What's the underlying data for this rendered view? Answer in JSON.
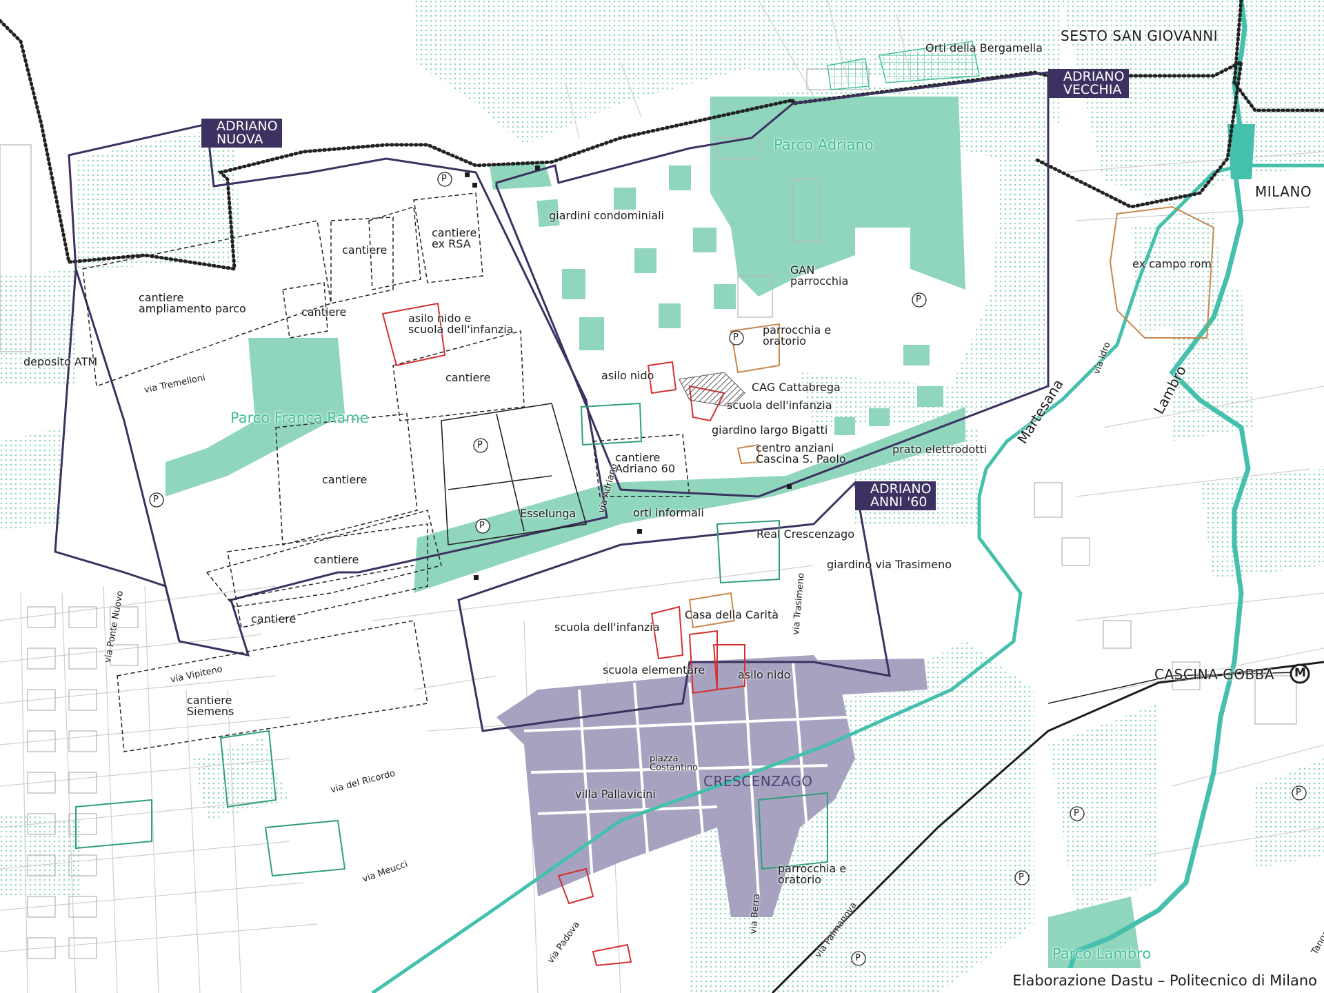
{
  "colors": {
    "green_fill": "#8fd6bd",
    "green_dots": "#b9e5d4",
    "river": "#45c0ad",
    "purple_boundary": "#3c3160",
    "purple_fill": "#a8a2c1",
    "badge_bg": "#3c3160",
    "school_red": "#d62f2f",
    "sport_green": "#2f9e7d",
    "church_orange": "#c8874a",
    "street_lines": "#c9c9c9"
  },
  "badges": {
    "adriano_nuova": "ADRIANO\nNUOVA",
    "adriano_vecchia": "ADRIANO\nVECCHIA",
    "adriano_anni60": "ADRIANO\nANNI '60"
  },
  "places": {
    "sesto": "SESTO SAN GIOVANNI",
    "milano": "MILANO",
    "cascina_gobba": "CASCINA GOBBA",
    "metro_symbol": "M",
    "crescenzago": "CRESCENZAGO"
  },
  "parks": {
    "parco_adriano": "Parco Adriano",
    "parco_franca_rame": "Parco Franca Rame",
    "parco_lambro": "Parco Lambro"
  },
  "labels": {
    "orti_bergamella": "Orti della Bergamella",
    "giardini_condominiali": "giardini condominiali",
    "gan_parrocchia": "GAN\nparrocchia",
    "parrocchia_oratorio_n": "parrocchia e\noratorio",
    "asilo_nido_n": "asilo nido",
    "cag": "CAG Cattabrega",
    "scuola_infanzia_n": "scuola dell'infanzia",
    "giardino_bigatti": "giardino largo Bigatti",
    "centro_anziani": "centro anziani\nCascina S. Paolo",
    "prato_elettrodotti": "prato elettrodotti",
    "cantiere_ex_rsa": "cantiere\nex RSA",
    "cantiere_1": "cantiere",
    "cantiere_ampliamento": "cantiere\nampliamento parco",
    "cantiere_2": "cantiere",
    "asilo_scuola": "asilo nido e\nscuola dell'infanzia",
    "cantiere_3": "cantiere",
    "cantiere_adriano60": "cantiere\nAdriano 60",
    "cantiere_4": "cantiere",
    "esselunga": "Esselunga",
    "orti_informali": "orti informali",
    "cantiere_5": "cantiere",
    "cantiere_6": "cantiere",
    "real_crescenzago": "Real Crescenzago",
    "giardino_trasimeno": "giardino via Trasimeno",
    "casa_carita": "Casa della Carità",
    "scuola_infanzia_s": "scuola dell'infanzia",
    "scuola_elementare": "scuola elementare",
    "asilo_nido_s": "asilo nido",
    "deposito_atm": "deposito ATM",
    "cantiere_siemens": "cantiere\nSiemens",
    "piazza_costantino": "piazza\nCostantino",
    "villa_pallavicini": "villa Pallavicini",
    "parrocchia_oratorio_s": "parrocchia e\noratorio",
    "ex_campo_rom": "ex campo rom",
    "parking": "P"
  },
  "streets": {
    "via_tremelloni": "via Tremelloni",
    "via_adriano": "via Adriano",
    "via_vipiteno": "via Vipiteno",
    "via_ponte_nuovo": "via Ponte Nuovo",
    "via_del_ricordo": "via del Ricordo",
    "via_meucci": "via Meucci",
    "via_padova": "via Padova",
    "via_berra": "via Berra",
    "via_palmanova": "via Palmanova",
    "via_trasimeno": "via Trasimeno",
    "martesana": "Martesana",
    "via_idro": "via Idro",
    "lambro": "Lambro",
    "tangenziale": "Tangenziale Est"
  },
  "credit": "Elaborazione Dastu – Politecnico di Milano"
}
